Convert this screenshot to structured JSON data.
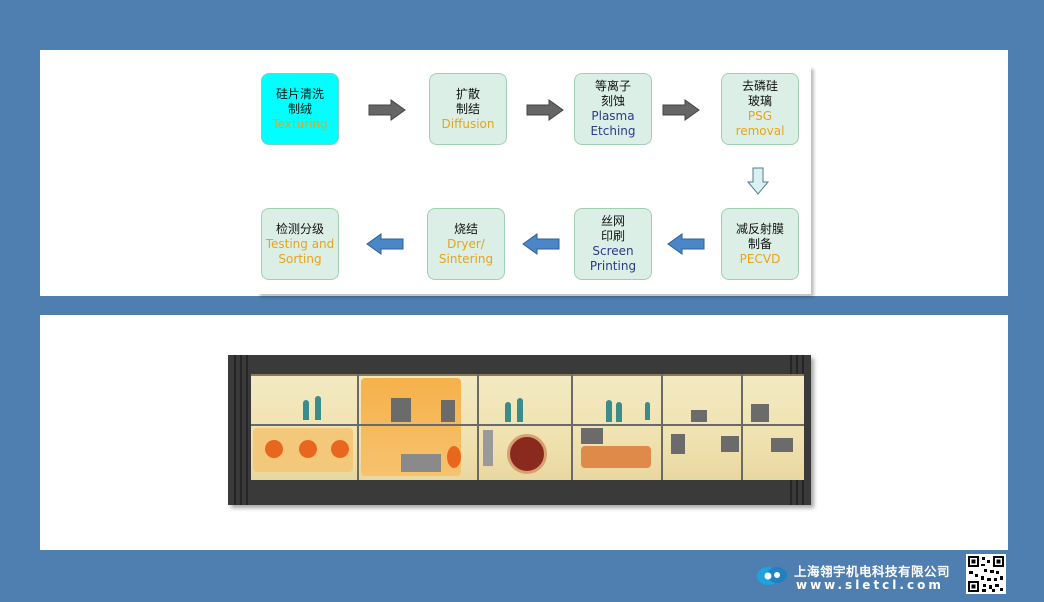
{
  "flow": {
    "steps": [
      {
        "cn": "硅片清洗\n制绒",
        "en": "Texturing"
      },
      {
        "cn": "扩散\n制结",
        "en": "Diffusion"
      },
      {
        "cn": "等离子\n刻蚀",
        "en": "Plasma\nEtching"
      },
      {
        "cn": "去磷硅\n玻璃",
        "en": "PSG\nremoval"
      },
      {
        "cn": "减反射膜\n制备",
        "en": "PECVD"
      },
      {
        "cn": "丝网\n印刷",
        "en": "Screen\nPrinting"
      },
      {
        "cn": "烧结",
        "en": "Dryer/\nSintering"
      },
      {
        "cn": "检测分级",
        "en": "Testing and\nSorting"
      }
    ],
    "colors": {
      "box_fill": "#dcefe6",
      "first_box_fill": "#00ffff",
      "orange_text": "#e8a317",
      "blue_text": "#2a3a8c",
      "dark_arrow": "#666666",
      "blue_arrow": "#4a86c8"
    }
  },
  "photo": {
    "icon": "production-line-display-photo"
  },
  "footer": {
    "company": "上海翎宇机电科技有限公司",
    "url": "www.sletcl.com",
    "logo_icon": "company-logo-icon",
    "qr_icon": "qr-code-icon"
  }
}
